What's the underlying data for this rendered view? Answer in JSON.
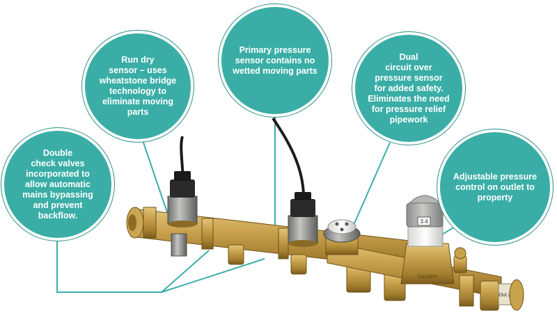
{
  "callouts": {
    "double_check": "Double\ncheck valves\nincorporated to\nallow automatic\nmains bypassing\nand prevent\nbackflow.",
    "run_dry": "Run dry\nsensor – uses\nwheatstone bridge\ntechnology to\neliminate moving\nparts",
    "primary_pressure": "Primary pressure\nsensor contains no\nwetted moving parts",
    "dual_circuit": "Dual\ncircuit over\npressure sensor\nfor added safety.\nEliminates the need\nfor pressure relief\npipework",
    "adjustable_pressure": "Adjustable pressure\ncontrol on outlet to\nproperty"
  },
  "components": {
    "dial_label": "3.4",
    "valve_label": "CALEFFI",
    "outlet_label": "Out 22"
  },
  "colors": {
    "callout_fill": "#3aaea6",
    "leader_line": "#3aaea6",
    "brass": "#b8913c",
    "brass_dark": "#8a6a24",
    "sensor_body": "#9a9a98",
    "cap_grey": "#a9aaa8"
  }
}
